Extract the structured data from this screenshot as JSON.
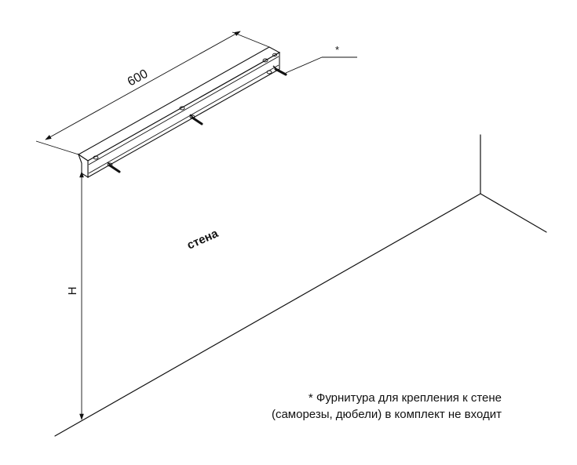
{
  "dimension_width": "600",
  "dimension_height": "H",
  "wall_label": "стена",
  "footnote_marker": "*",
  "note": {
    "line1": "* Фурнитура для крепления к стене",
    "line2": "(саморезы, дюбели) в комплект не входит"
  }
}
